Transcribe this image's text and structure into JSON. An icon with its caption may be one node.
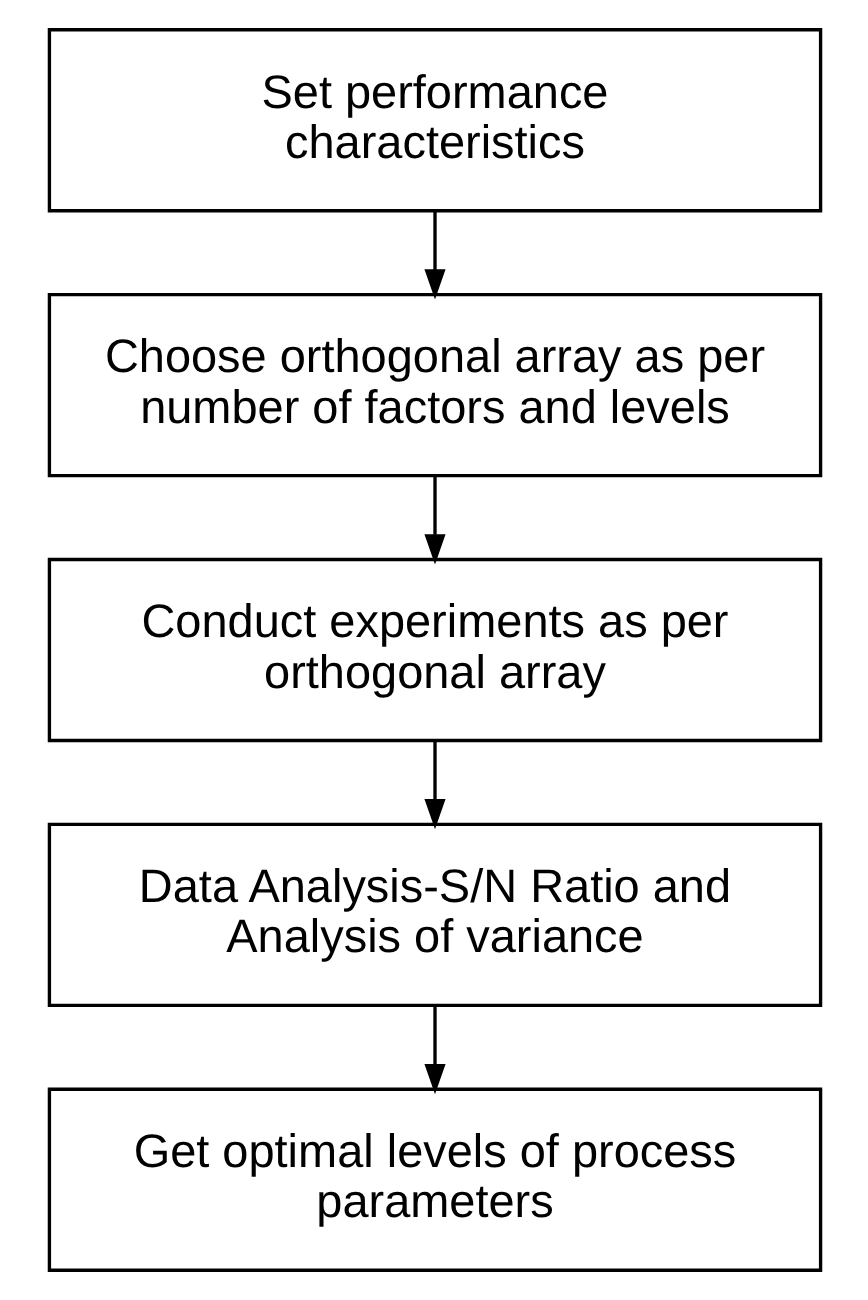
{
  "diagram": {
    "nodes": [
      {
        "text": [
          "Set performance characteristics"
        ]
      },
      {
        "text": [
          "Choose orthogonal array as per number of factors and levels"
        ]
      },
      {
        "text": [
          "Conduct experiments as per orthogonal array"
        ]
      },
      {
        "text": [
          "Data Analysis-S/N Ratio and Analysis of variance"
        ]
      },
      {
        "text": [
          "Get optimal levels of process parameters"
        ]
      }
    ],
    "edges": [
      {
        "from": 0,
        "to": 1,
        "arrow": "to"
      },
      {
        "from": 1,
        "to": 2,
        "arrow": "to"
      },
      {
        "from": 2,
        "to": 3,
        "arrow": "to"
      },
      {
        "from": 3,
        "to": 4,
        "arrow": "to"
      }
    ]
  }
}
